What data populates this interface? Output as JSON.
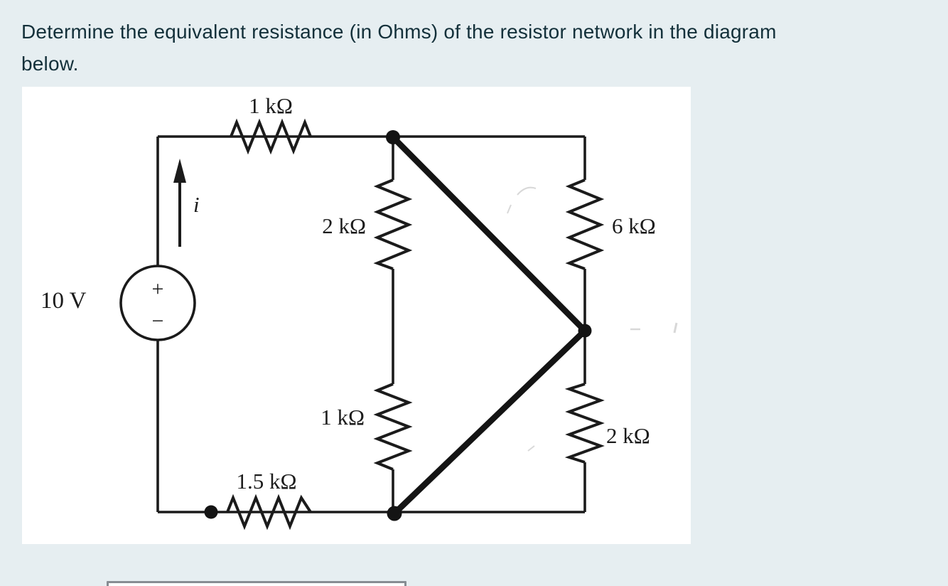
{
  "page": {
    "background": "#e6eef1"
  },
  "question": {
    "text": "Determine the equivalent resistance (in Ohms) of the resistor network in the diagram below.",
    "lines": [
      "Determine the equivalent resistance (in Ohms) of the resistor network in the diagram",
      "below."
    ],
    "text_color": "#13303a"
  },
  "circuit": {
    "line_color": "#1b1b1b",
    "voltage_source": {
      "label": "10 V",
      "plus": "+",
      "minus": "−"
    },
    "current_label": "i",
    "resistors": {
      "top": "1 kΩ",
      "middle_upper": "2 kΩ",
      "right_upper": "6 kΩ",
      "middle_lower": "1 kΩ",
      "right_lower": "2 kΩ",
      "bottom": "1.5 kΩ"
    }
  },
  "answer_input": {
    "value": "",
    "placeholder": ""
  }
}
